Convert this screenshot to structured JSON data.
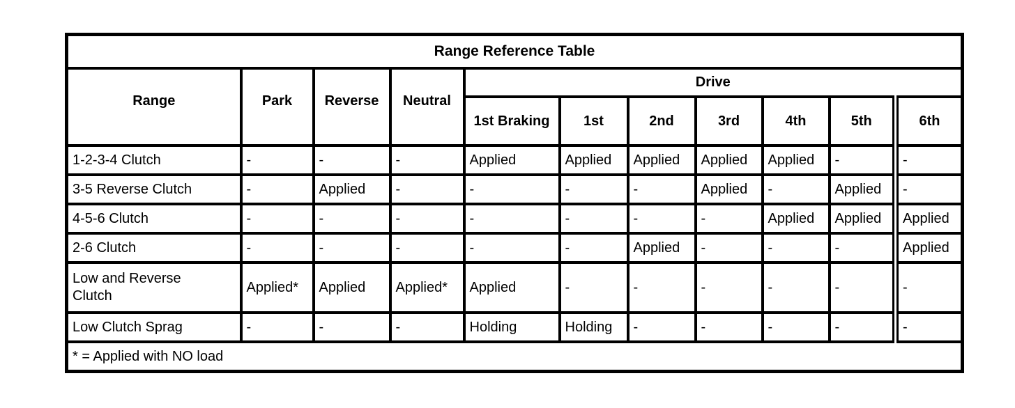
{
  "table": {
    "title": "Range Reference Table",
    "header": {
      "range": "Range",
      "park": "Park",
      "reverse": "Reverse",
      "neutral": "Neutral",
      "drive": "Drive",
      "drive_columns": [
        "1st Braking",
        "1st",
        "2nd",
        "3rd",
        "4th",
        "5th",
        "6th"
      ]
    },
    "rows": [
      {
        "label": "1-2-3-4 Clutch",
        "values": [
          "-",
          "-",
          "-",
          "Applied",
          "Applied",
          "Applied",
          "Applied",
          "Applied",
          "-",
          "-"
        ]
      },
      {
        "label": "3-5 Reverse Clutch",
        "values": [
          "-",
          "Applied",
          "-",
          "-",
          "-",
          "-",
          "Applied",
          "-",
          "Applied",
          "-"
        ]
      },
      {
        "label": "4-5-6 Clutch",
        "values": [
          "-",
          "-",
          "-",
          "-",
          "-",
          "-",
          "-",
          "Applied",
          "Applied",
          "Applied"
        ]
      },
      {
        "label": "2-6 Clutch",
        "values": [
          "-",
          "-",
          "-",
          "-",
          "-",
          "Applied",
          "-",
          "-",
          "-",
          "Applied"
        ]
      },
      {
        "label": "Low and Reverse Clutch",
        "values": [
          "Applied*",
          "Applied",
          "Applied*",
          "Applied",
          "-",
          "-",
          "-",
          "-",
          "-",
          "-"
        ]
      },
      {
        "label": "Low Clutch Sprag",
        "values": [
          "-",
          "-",
          "-",
          "Holding",
          "Holding",
          "-",
          "-",
          "-",
          "-",
          "-"
        ]
      }
    ],
    "footnote": "* = Applied with NO load"
  },
  "colors": {
    "border": "#000000",
    "text": "#000000",
    "background": "#ffffff"
  }
}
